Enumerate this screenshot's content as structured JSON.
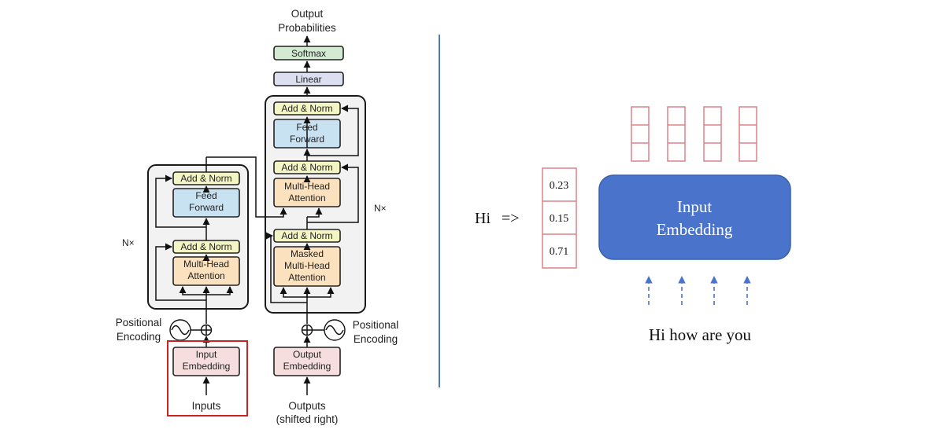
{
  "transformer": {
    "output_title_line1": "Output",
    "output_title_line2": "Probabilities",
    "softmax": "Softmax",
    "linear": "Linear",
    "add_norm": "Add & Norm",
    "feed_forward_line1": "Feed",
    "feed_forward_line2": "Forward",
    "multi_head_line1": "Multi-Head",
    "multi_head_line2": "Attention",
    "masked_line1": "Masked",
    "masked_line2": "Multi-Head",
    "masked_line3": "Attention",
    "nx": "N×",
    "positional_line1": "Positional",
    "positional_line2": "Encoding",
    "input_embedding_line1": "Input",
    "input_embedding_line2": "Embedding",
    "output_embedding_line1": "Output",
    "output_embedding_line2": "Embedding",
    "inputs": "Inputs",
    "outputs_line1": "Outputs",
    "outputs_line2": "(shifted right)"
  },
  "example": {
    "token": "Hi",
    "arrow": "=>",
    "vector": [
      "0.23",
      "0.15",
      "0.71"
    ],
    "box_line1": "Input",
    "box_line2": "Embedding",
    "sentence": "Hi how are you"
  },
  "colors": {
    "highlight": "#cc2222",
    "divider": "#4f7cb8",
    "embedding_box": "#4a73cc",
    "vector_border": "#e0808a",
    "arrow_dashed": "#4a73cc"
  }
}
